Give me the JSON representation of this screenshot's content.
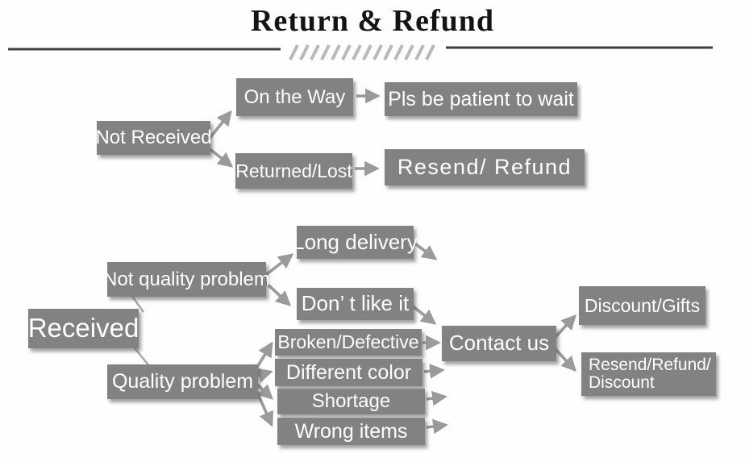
{
  "title": "Return & Refund",
  "colors": {
    "node_bg": "#828282",
    "node_text": "#ffffff",
    "arrow": "#9a9a9a",
    "connector_line": "#a8a8a8",
    "title_text": "#141414",
    "divider_line": "#3f3f3f",
    "hatch": "#b9b9b9",
    "background": "#fefefe"
  },
  "nodes": {
    "not_received": "Not Received",
    "on_the_way": "On the Way",
    "pls_be_patient": "Pls be patient to wait",
    "returned_lost": "Returned/Lost",
    "resend_refund": "Resend/ Refund",
    "received": "Received",
    "not_quality_problem": "Not quality problem",
    "quality_problem": "Quality problem",
    "long_delivery": "Long delivery",
    "dont_like_it": "Don’ t like it",
    "broken_defective": "Broken/Defective",
    "different_color": "Different color",
    "shortage": "Shortage",
    "wrong_items": "Wrong items",
    "contact_us": "Contact us",
    "discount_gifts": "Discount/Gifts",
    "resend_refund_discount": {
      "line1": "Resend/Refund/",
      "line2": "Discount"
    }
  },
  "edges": [
    {
      "from": "not_received",
      "to": "on_the_way",
      "style": "arrow"
    },
    {
      "from": "not_received",
      "to": "returned_lost",
      "style": "arrow"
    },
    {
      "from": "on_the_way",
      "to": "pls_be_patient",
      "style": "arrow"
    },
    {
      "from": "returned_lost",
      "to": "resend_refund",
      "style": "arrow"
    },
    {
      "from": "received",
      "to": "not_quality_problem",
      "style": "line"
    },
    {
      "from": "received",
      "to": "quality_problem",
      "style": "line"
    },
    {
      "from": "not_quality_problem",
      "to": "long_delivery",
      "style": "arrow"
    },
    {
      "from": "not_quality_problem",
      "to": "dont_like_it",
      "style": "arrow"
    },
    {
      "from": "long_delivery",
      "to": "contact_us",
      "style": "arrow"
    },
    {
      "from": "dont_like_it",
      "to": "contact_us",
      "style": "arrow"
    },
    {
      "from": "quality_problem",
      "to": "broken_defective",
      "style": "arrow"
    },
    {
      "from": "quality_problem",
      "to": "different_color",
      "style": "arrow"
    },
    {
      "from": "quality_problem",
      "to": "shortage",
      "style": "arrow"
    },
    {
      "from": "quality_problem",
      "to": "wrong_items",
      "style": "arrow"
    },
    {
      "from": "broken_defective",
      "to": "contact_us",
      "style": "arrow"
    },
    {
      "from": "different_color",
      "to": "contact_us",
      "style": "arrow"
    },
    {
      "from": "shortage",
      "to": "contact_us",
      "style": "arrow"
    },
    {
      "from": "wrong_items",
      "to": "contact_us",
      "style": "arrow"
    },
    {
      "from": "contact_us",
      "to": "discount_gifts",
      "style": "arrow"
    },
    {
      "from": "contact_us",
      "to": "resend_refund_discount",
      "style": "arrow"
    }
  ]
}
